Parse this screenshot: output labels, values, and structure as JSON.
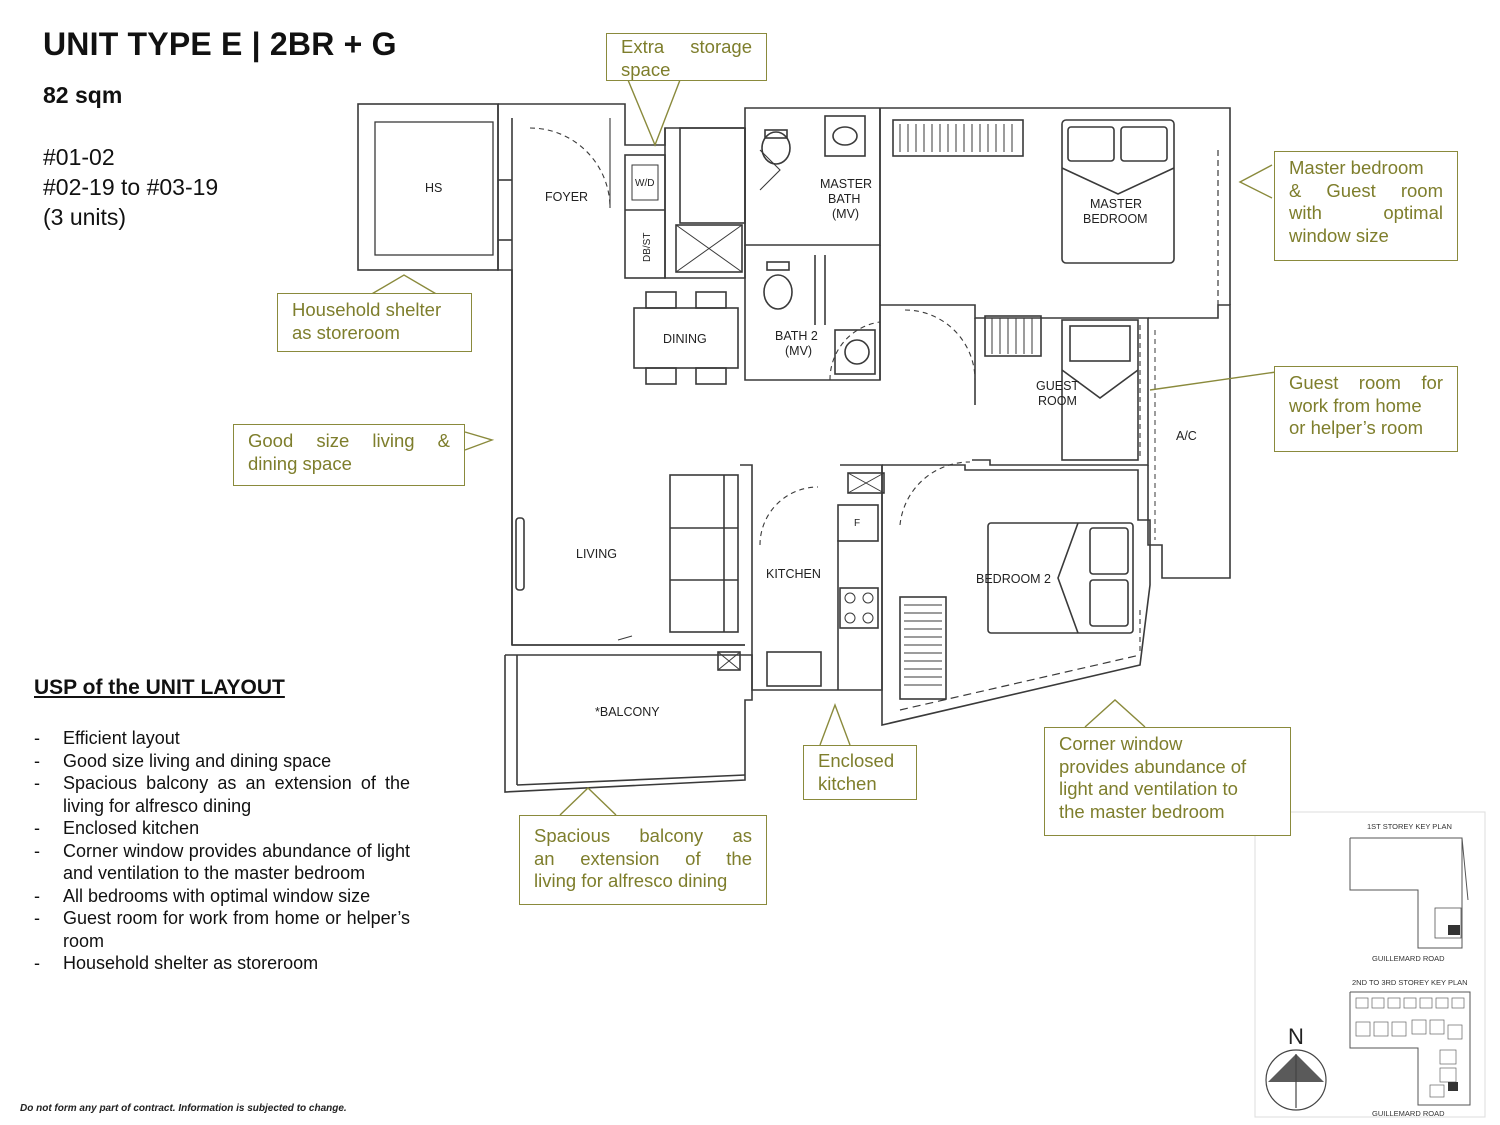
{
  "header": {
    "title": "UNIT TYPE E | 2BR + G",
    "area": "82 sqm",
    "unit_numbers": [
      "#01-02",
      "#02-19 to #03-19",
      "(3 units)"
    ]
  },
  "usp": {
    "title": "USP of the UNIT LAYOUT",
    "items": [
      "Efficient layout",
      "Good size living and dining space",
      "Spacious balcony as an extension of the living for alfresco dining",
      "Enclosed kitchen",
      "Corner window provides abundance of light and ventilation to the master bedroom",
      "All bedrooms with optimal window size",
      "Guest room for work from home or helper’s room",
      "Household shelter as storeroom"
    ]
  },
  "callouts": {
    "storage": [
      "Extra storage",
      "space"
    ],
    "master_guest": [
      "Master bedroom",
      "& Guest room",
      "with optimal",
      "window size"
    ],
    "shelter": [
      "Household shelter",
      "as storeroom"
    ],
    "living": [
      "Good size living &",
      "dining space"
    ],
    "guest_wfh": [
      "Guest room for",
      "work from home",
      "or helper’s room"
    ],
    "kitchen": [
      "Enclosed",
      "kitchen"
    ],
    "corner": [
      "Corner window",
      "provides abundance of",
      "light and ventilation to",
      "the master bedroom"
    ],
    "balcony": [
      "Spacious balcony as",
      "an extension of the",
      "living for alfresco dining"
    ]
  },
  "rooms": {
    "hs": "HS",
    "foyer": "FOYER",
    "wd": "W/D",
    "dbst": "DB/ST",
    "master_bath_1": "MASTER",
    "master_bath_2": "BATH",
    "master_bath_3": "(MV)",
    "master_bedroom_1": "MASTER",
    "master_bedroom_2": "BEDROOM",
    "dining": "DINING",
    "bath2_1": "BATH 2",
    "bath2_2": "(MV)",
    "guest_1": "GUEST",
    "guest_2": "ROOM",
    "ac": "A/C",
    "living": "LIVING",
    "kitchen": "KITCHEN",
    "fridge": "F",
    "bedroom2": "BEDROOM 2",
    "balcony": "*BALCONY"
  },
  "key_plan": {
    "first_storey": "1ST STOREY KEY PLAN",
    "second_third": "2ND TO 3RD STOREY KEY PLAN",
    "road_1": "GUILLEMARD ROAD",
    "road_2": "GUILLEMARD ROAD",
    "north": "N"
  },
  "disclaimer": "Do not form any part of contract. Information is subjected to change.",
  "colors": {
    "callout_border": "#8a8a3c",
    "callout_text": "#7e7e2c",
    "wall": "#3a3a3a"
  }
}
